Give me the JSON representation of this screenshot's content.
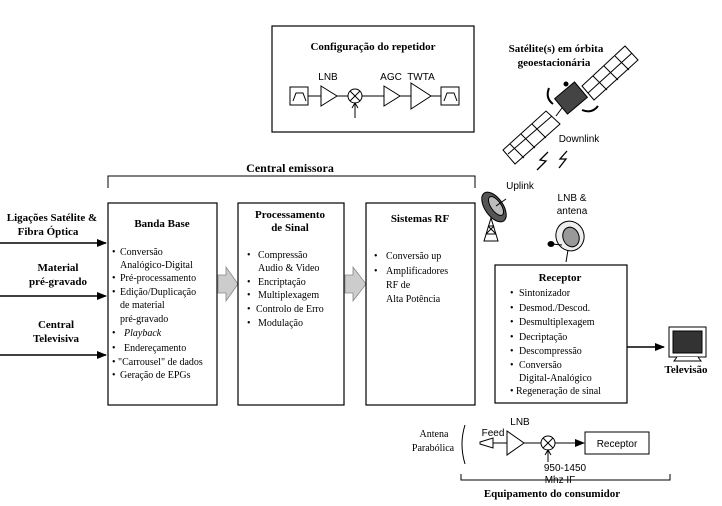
{
  "repeater": {
    "title": "Configuração do repetidor",
    "lnb": "LNB",
    "agc": "AGC",
    "twta": "TWTA"
  },
  "satellite": {
    "label_line1": "Satélite(s) em órbita",
    "label_line2": "geoestacionária",
    "downlink": "Downlink",
    "uplink": "Uplink"
  },
  "central": {
    "title": "Central emissora"
  },
  "inputs": {
    "input1_line1": "Ligações Satélite &",
    "input1_line2": "Fibra Óptica",
    "input2_line1": "Material",
    "input2_line2": "pré-gravado",
    "input3_line1": "Central",
    "input3_line2": "Televisiva"
  },
  "baseband": {
    "title": "Banda Base",
    "items": [
      "Conversão",
      "Analógico-Digital",
      "Pré-processamento",
      "Edição/Duplicação",
      "de material",
      "pré-gravado",
      "Playback",
      "Endereçamento",
      "\"Carrousel\" de dados",
      "Geração de EPGs"
    ]
  },
  "signal": {
    "title_line1": "Processamento",
    "title_line2": "de Sinal",
    "items": [
      "Compressão",
      "Audio & Video",
      "Encriptação",
      "Multiplexagem",
      "Controlo de Erro",
      "Modulação"
    ]
  },
  "rf": {
    "title": "Sistemas RF",
    "items": [
      "Conversão up",
      "Amplificadores",
      "RF de",
      "Alta Potência"
    ]
  },
  "lnb_antenna": {
    "line1": "LNB &",
    "line2": "antena"
  },
  "receiver": {
    "title": "Receptor",
    "items": [
      "Sintonizador",
      "Desmod./Descod.",
      "Desmultiplexagem",
      "Decriptação",
      "Descompressão",
      "Conversão",
      "Digital-Analógico",
      "Regeneração de sinal"
    ]
  },
  "television": {
    "label": "Televisão"
  },
  "consumer": {
    "antenna_line1": "Antena",
    "antenna_line2": "Parabólica",
    "feed": "Feed",
    "lnb": "LNB",
    "receiver": "Receptor",
    "freq_line1": "950-1450",
    "freq_line2": "Mhz IF",
    "title": "Equipamento do consumidor"
  }
}
